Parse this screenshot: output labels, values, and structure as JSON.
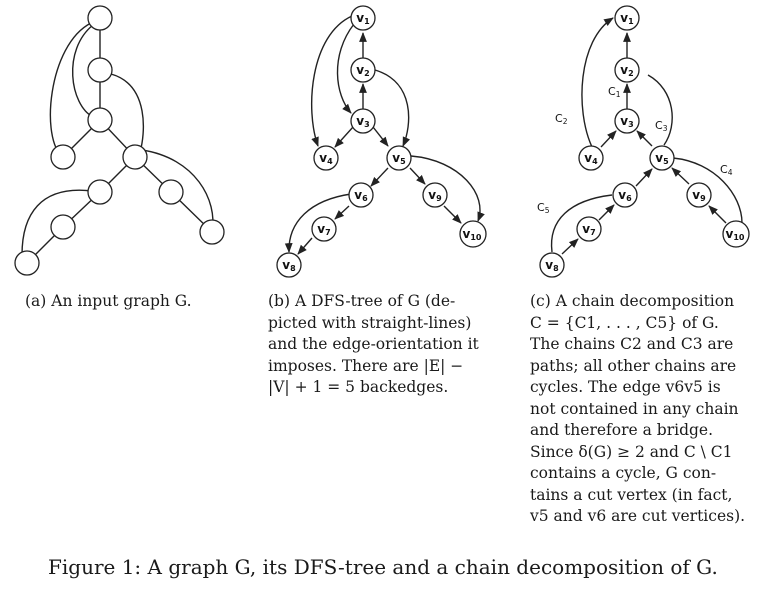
{
  "panel_b": {
    "vertices": [
      {
        "id": "v1",
        "main": "v",
        "sub": "1"
      },
      {
        "id": "v2",
        "main": "v",
        "sub": "2"
      },
      {
        "id": "v3",
        "main": "v",
        "sub": "3"
      },
      {
        "id": "v4",
        "main": "v",
        "sub": "4"
      },
      {
        "id": "v5",
        "main": "v",
        "sub": "5"
      },
      {
        "id": "v6",
        "main": "v",
        "sub": "6"
      },
      {
        "id": "v7",
        "main": "v",
        "sub": "7"
      },
      {
        "id": "v8",
        "main": "v",
        "sub": "8"
      },
      {
        "id": "v9",
        "main": "v",
        "sub": "9"
      },
      {
        "id": "v10",
        "main": "v",
        "sub": "10"
      }
    ]
  },
  "panel_c": {
    "chain_labels": [
      {
        "id": "C1",
        "main": "C",
        "sub": "1"
      },
      {
        "id": "C2",
        "main": "C",
        "sub": "2"
      },
      {
        "id": "C3",
        "main": "C",
        "sub": "3"
      },
      {
        "id": "C4",
        "main": "C",
        "sub": "4"
      },
      {
        "id": "C5",
        "main": "C",
        "sub": "5"
      }
    ]
  },
  "captions": {
    "a": [
      "(a) An input graph G."
    ],
    "b": [
      "(b) A DFS-tree of G (de-",
      "picted with straight-lines)",
      "and the edge-orientation it",
      "imposes. There are |E| −",
      "|V| + 1 = 5 backedges."
    ],
    "c": [
      "(c) A chain decomposition",
      "C = {C1, . . . , C5} of G.",
      "The chains C2 and C3 are",
      "paths; all other chains are",
      "cycles. The edge v6v5 is",
      "not contained in any chain",
      "and therefore a bridge.",
      "Since δ(G) ≥ 2 and C \\ C1",
      "contains a cycle, G con-",
      "tains a cut vertex (in fact,",
      "v5 and v6 are cut vertices)."
    ]
  },
  "main_caption": "Figure 1: A graph G, its DFS-tree and a chain decomposition of G."
}
